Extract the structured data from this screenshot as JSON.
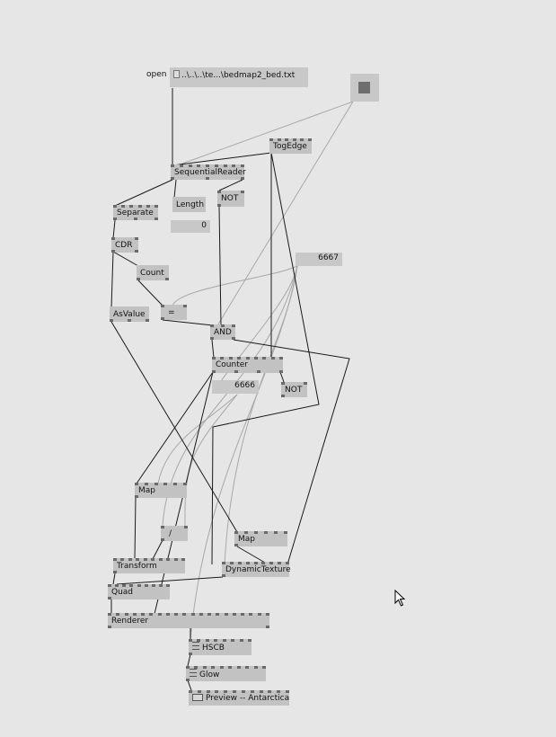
{
  "patch": {
    "open_label": "open",
    "file_path": "..\\..\\..\\te...\\bedmap2_bed.txt",
    "nodes": {
      "tog_edge": "TogEdge",
      "sequential_reader": "SequentialReader",
      "length": "Length",
      "not_1": "NOT",
      "separate": "Separate",
      "cdr": "CDR",
      "count": "Count",
      "as_value": "AsValue",
      "equals": "=",
      "and": "AND",
      "counter": "Counter",
      "not_2": "NOT",
      "map_1": "Map",
      "divide": "/",
      "map_2": "Map",
      "transform": "Transform",
      "dynamic_texture": "DynamicTexture",
      "quad": "Quad",
      "renderer": "Renderer",
      "hscb": "HSCB",
      "glow": "Glow",
      "preview": "Preview -- Antarctica"
    },
    "values": {
      "length_out": "0",
      "input_6667": "6667",
      "counter_out": "6666"
    },
    "icons": {
      "file": "file-icon",
      "bang": "bang-button-icon",
      "list": "list-icon",
      "window": "window-icon",
      "cursor": "mouse-cursor-icon"
    }
  }
}
